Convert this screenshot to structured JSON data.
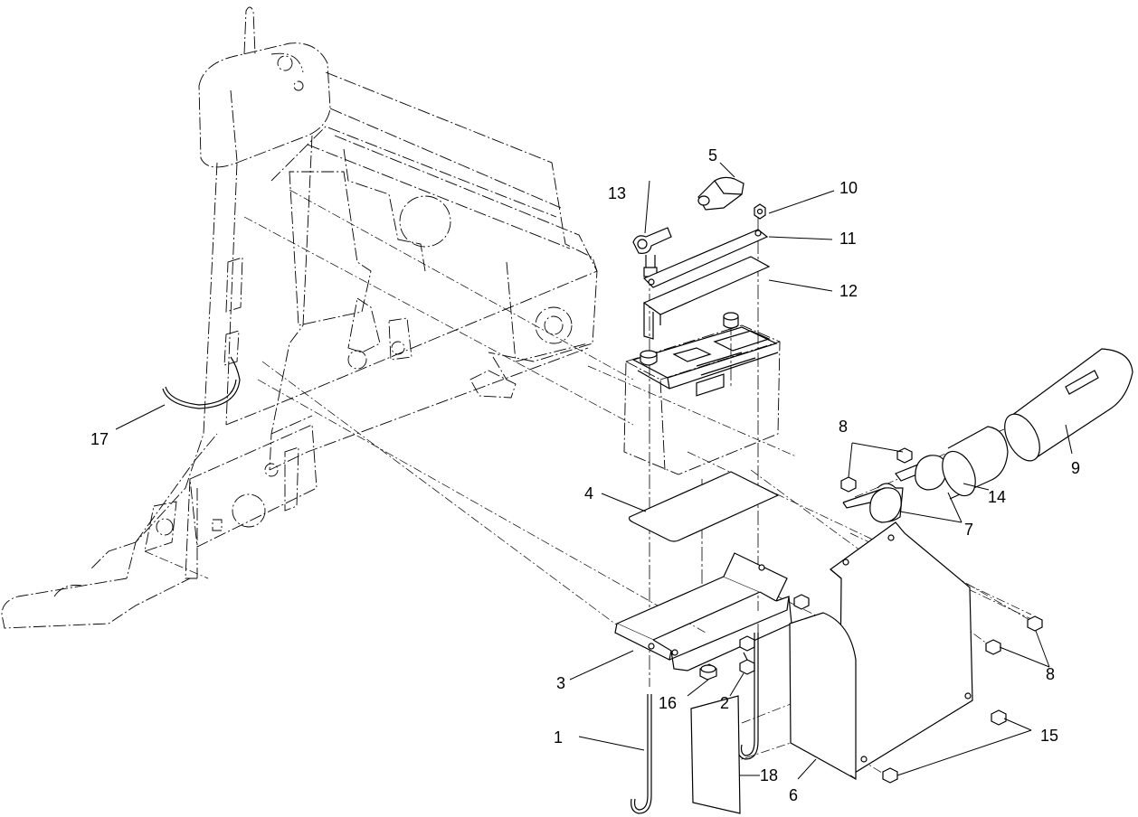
{
  "figure": {
    "callouts": {
      "c1": "1",
      "c2": "2",
      "c3": "3",
      "c4": "4",
      "c5": "5",
      "c6": "6",
      "c7": "7",
      "c8a": "8",
      "c8b": "8",
      "c9": "9",
      "c10": "10",
      "c11": "11",
      "c12": "12",
      "c13": "13",
      "c14": "14",
      "c15": "15",
      "c16": "16",
      "c17": "17",
      "c18": "18"
    }
  }
}
